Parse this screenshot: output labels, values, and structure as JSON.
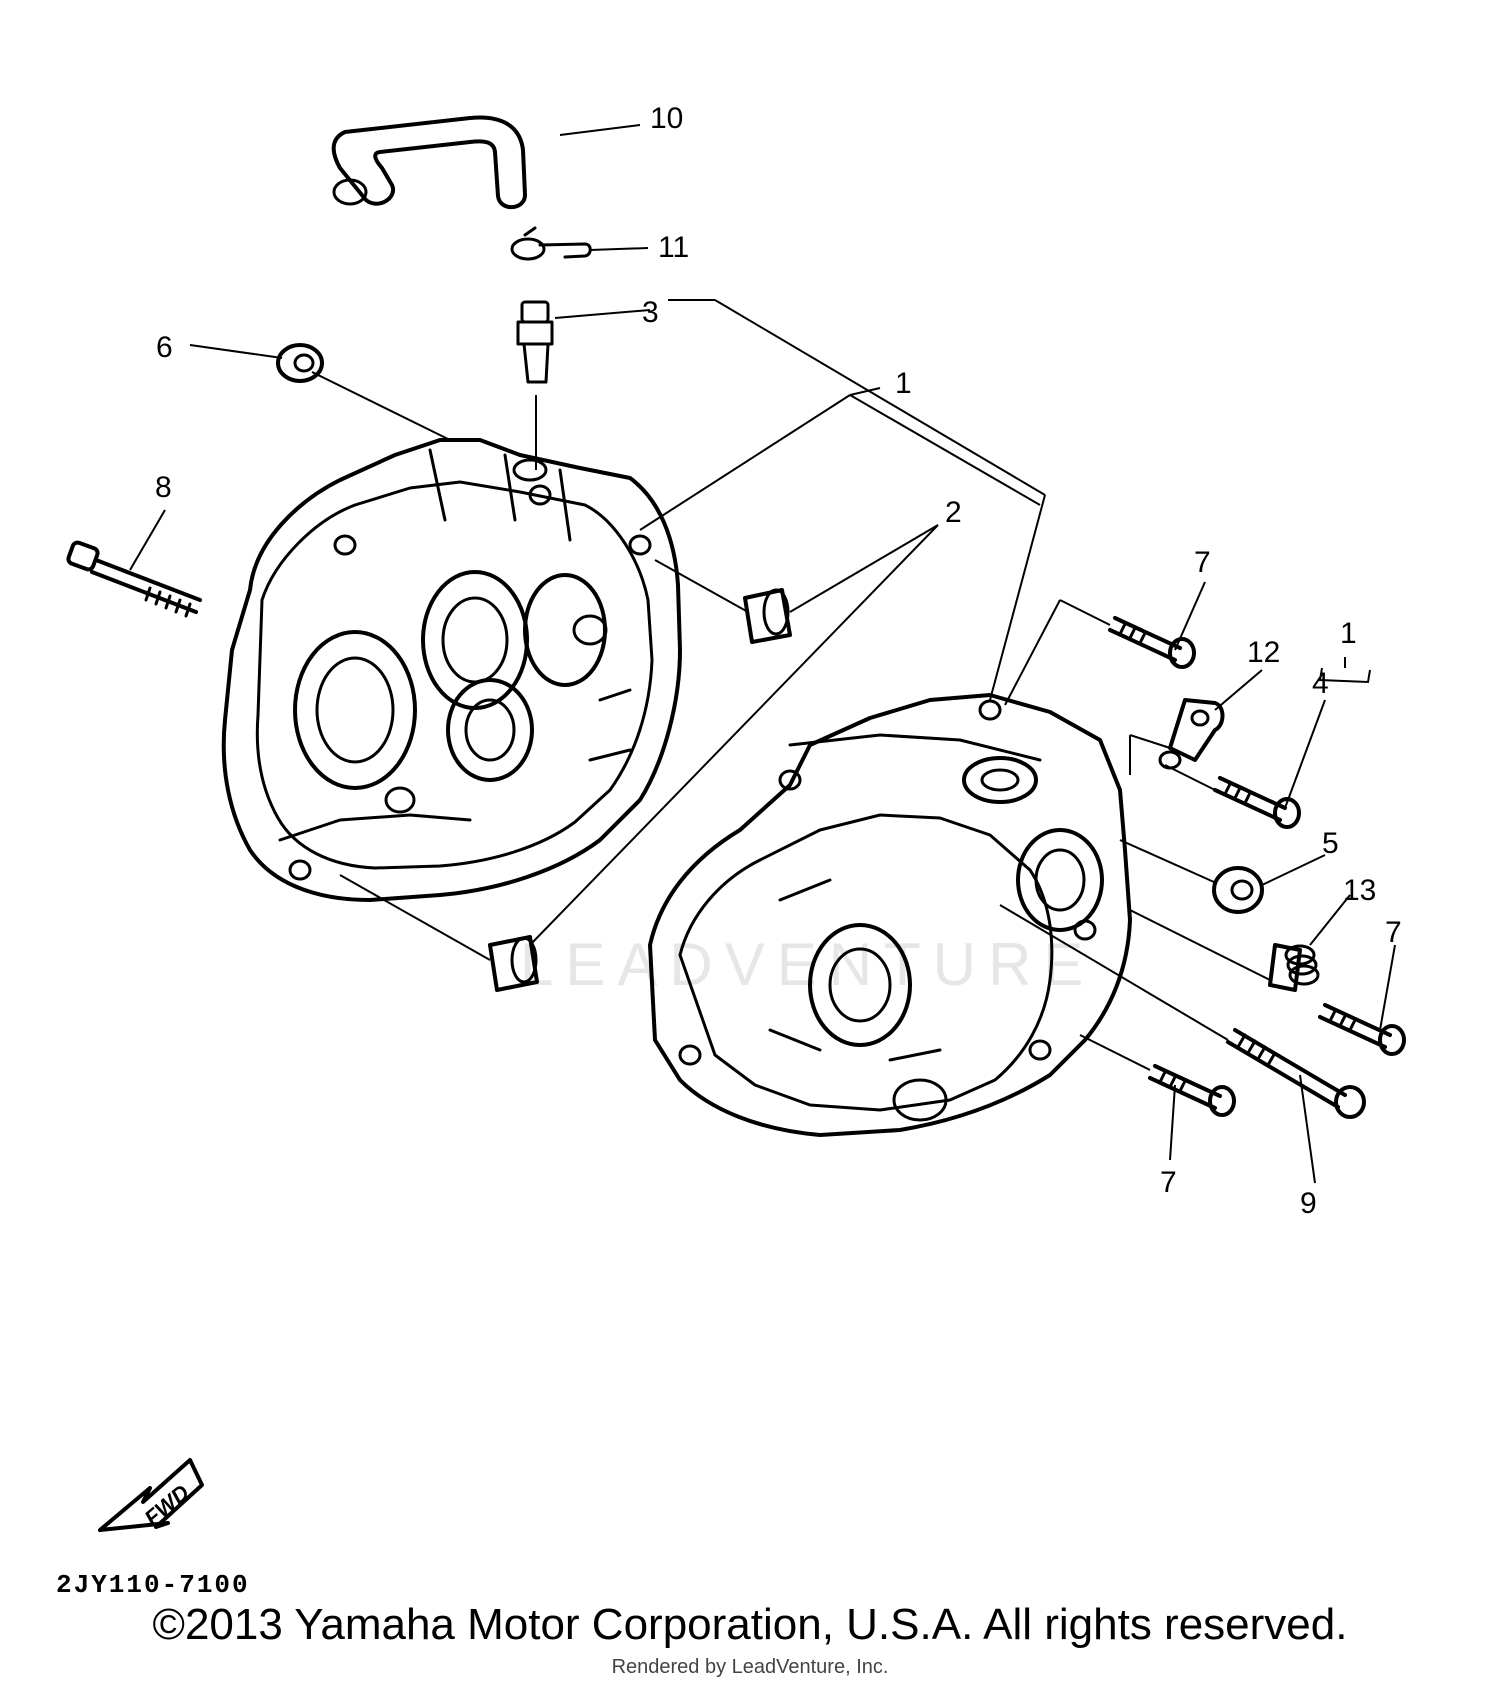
{
  "diagram": {
    "callouts": {
      "c10": "10",
      "c11": "11",
      "c3": "3",
      "c6": "6",
      "c1_top": "1",
      "c8": "8",
      "c2": "2",
      "c7_top": "7",
      "c12": "12",
      "c1_right": "1",
      "c4": "4",
      "c5": "5",
      "c13": "13",
      "c7_right": "7",
      "c7_bottom": "7",
      "c9": "9"
    },
    "fwd_label": "FWD",
    "part_code": "2JY110-7100",
    "watermark": "LEADVENTURE"
  },
  "footer": {
    "copyright": "©2013 Yamaha Motor Corporation, U.S.A. All rights reserved.",
    "rendered_by": "Rendered by LeadVenture, Inc."
  }
}
